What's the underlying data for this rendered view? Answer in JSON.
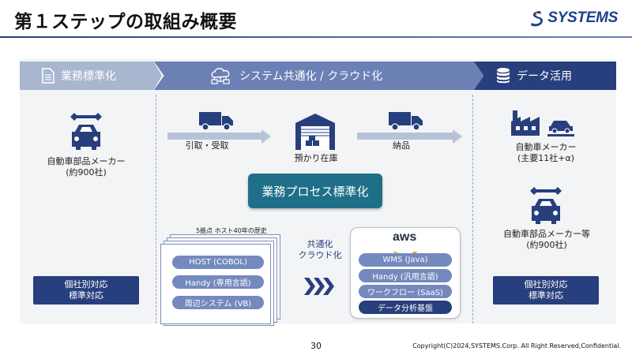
{
  "header": {
    "title": "第１ステップの取組み概要",
    "logo_text": "SYSTEMS"
  },
  "phases": [
    {
      "label": "業務標準化",
      "icon": "document-icon"
    },
    {
      "label": "システム共通化 / クラウド化",
      "icon": "cloud-network-icon"
    },
    {
      "label": "データ活用",
      "icon": "database-icon"
    }
  ],
  "left": {
    "customer": "自動車部品メーカー",
    "count": "(約900社)",
    "box_line1": "個社別対応",
    "box_line2": "標準対応"
  },
  "process": {
    "step1": "引取・受取",
    "step2": "預かり在庫",
    "step3": "納品",
    "standardization": "業務プロセス標準化"
  },
  "legacy": {
    "caption": "5拠点 ホスト40年の歴史",
    "items": [
      "HOST (COBOL)",
      "Handy (専用言語)",
      "周辺システム (VB)"
    ]
  },
  "migration": {
    "line1": "共通化",
    "line2": "クラウド化"
  },
  "cloud": {
    "provider": "aws",
    "items": [
      "WMS (Java)",
      "Handy (汎用言語)",
      "ワークフロー (SaaS)",
      "データ分析基盤"
    ]
  },
  "right": {
    "customer1": "自動車メーカー",
    "customer1_count": "(主要11社+α)",
    "customer2": "自動車部品メーカー等",
    "customer2_count": "(約900社)",
    "box_line1": "個社別対応",
    "box_line2": "標準対応"
  },
  "footer": {
    "page": "30",
    "copyright": "Copyright(C)2024,SYSTEMS.Corp.  All Right Reserved,Confidential."
  },
  "colors": {
    "navy": "#283f7d",
    "mid_blue": "#6b80b4",
    "light_blue": "#a8b6cf",
    "teal": "#1f6f88"
  }
}
